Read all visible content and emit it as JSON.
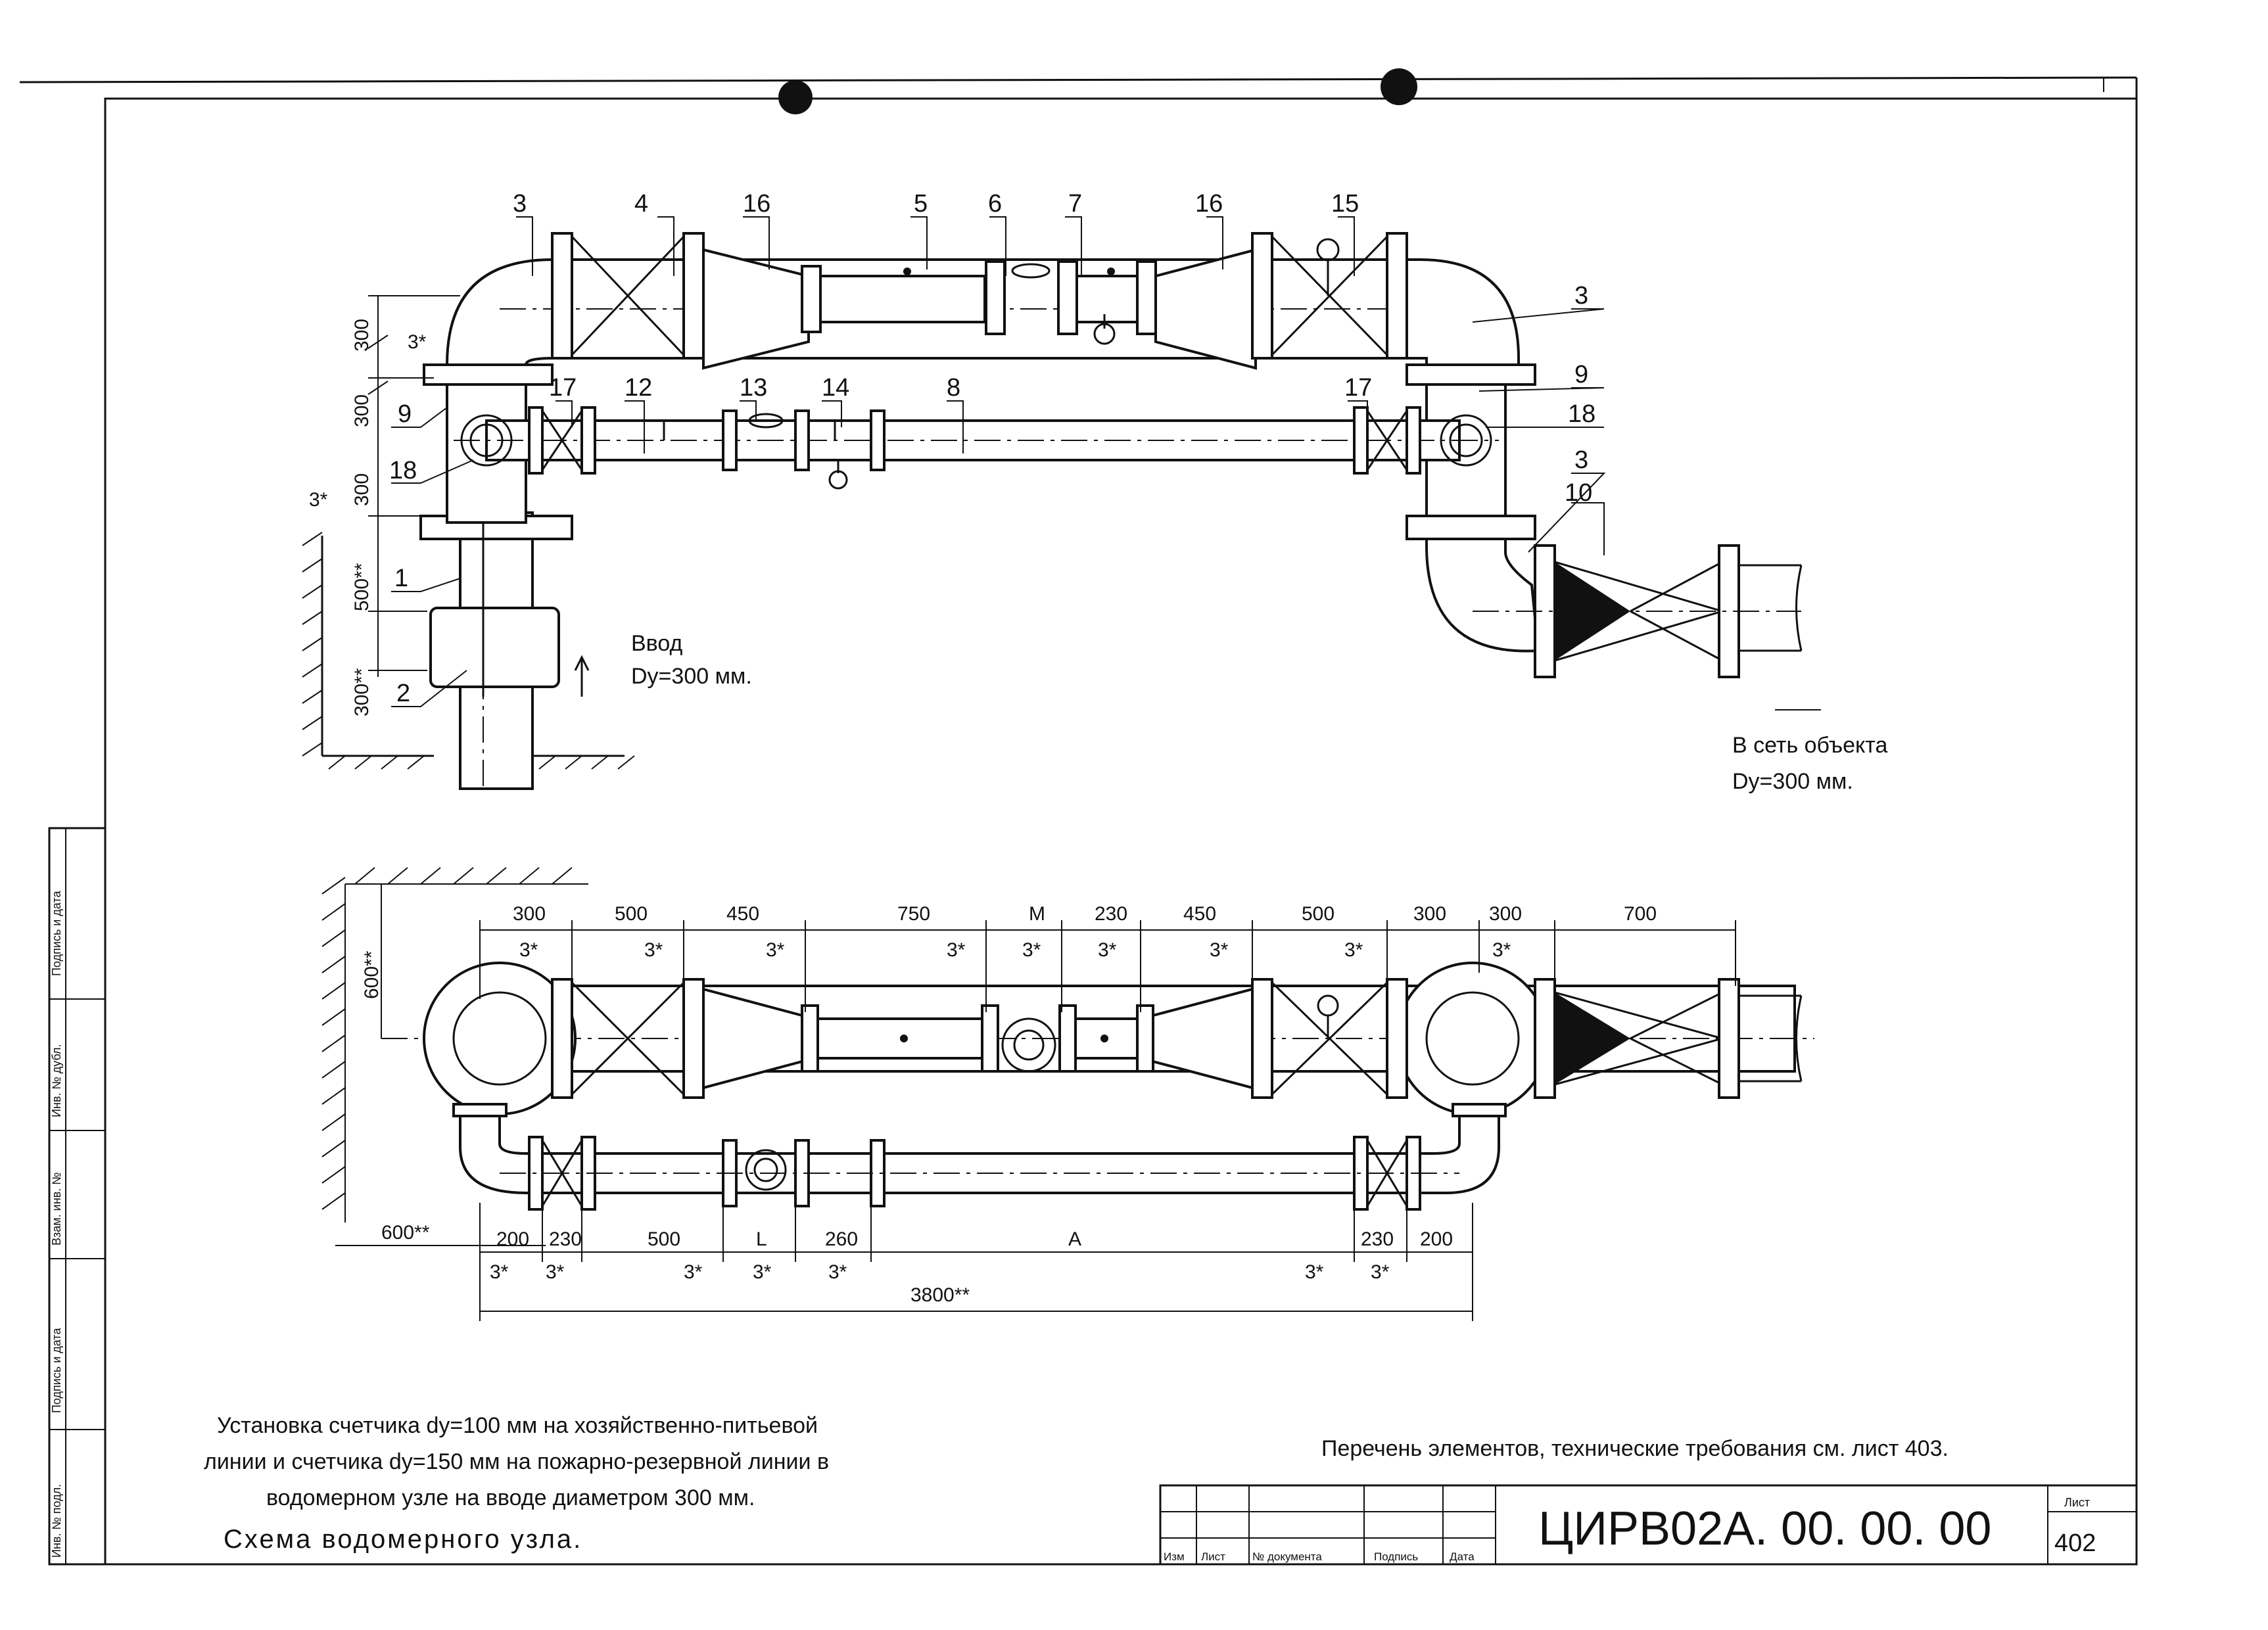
{
  "positions": {
    "p1": "1",
    "p2": "2",
    "p3": "3",
    "p4": "4",
    "p5": "5",
    "p6": "6",
    "p7": "7",
    "p8": "8",
    "p9": "9",
    "p10": "10",
    "p12": "12",
    "p13": "13",
    "p14": "14",
    "p15": "15",
    "p16": "16",
    "p17": "17",
    "p18": "18"
  },
  "plan_dims": {
    "v300a": "300",
    "v300b": "300",
    "v300c": "300",
    "v500": "500**",
    "v300d": "300**",
    "sym": "3*"
  },
  "labels": {
    "inlet": "Ввод",
    "inlet_dia": "Dy=300 мм.",
    "outlet": "В сеть объекта",
    "outlet_dia": "Dy=300 мм."
  },
  "elevation_dims": {
    "top": [
      "300",
      "500",
      "450",
      "750",
      "М",
      "230",
      "450",
      "500",
      "300",
      "300",
      "700"
    ],
    "bottom": [
      "200",
      "230",
      "500",
      "L",
      "260",
      "А",
      "230",
      "200"
    ],
    "side": "600**",
    "left": "600**",
    "total": "3800**",
    "sym": "3*"
  },
  "description": {
    "line1": "Установка счетчика dy=100 мм на хозяйственно-питьевой",
    "line2": "линии и счетчика dy=150 мм на пожарно-резервной линии в",
    "line3": "водомерном узле на вводе диаметром 300 мм.",
    "title": "Схема водомерного узла.",
    "note": "Перечень элементов, технические требования см. лист 403."
  },
  "side_stamp": [
    "Инв. № подл.",
    "Подпись и дата",
    "Взам. инв. №",
    "Инв. № дубл.",
    "Подпись и дата"
  ],
  "title_block": {
    "cols": [
      "Изм",
      "Лист",
      "№ документа",
      "Подпись",
      "Дата"
    ],
    "code": "ЦИРВ02А. 00. 00. 00",
    "sheet_label": "Лист",
    "sheet": "402"
  }
}
